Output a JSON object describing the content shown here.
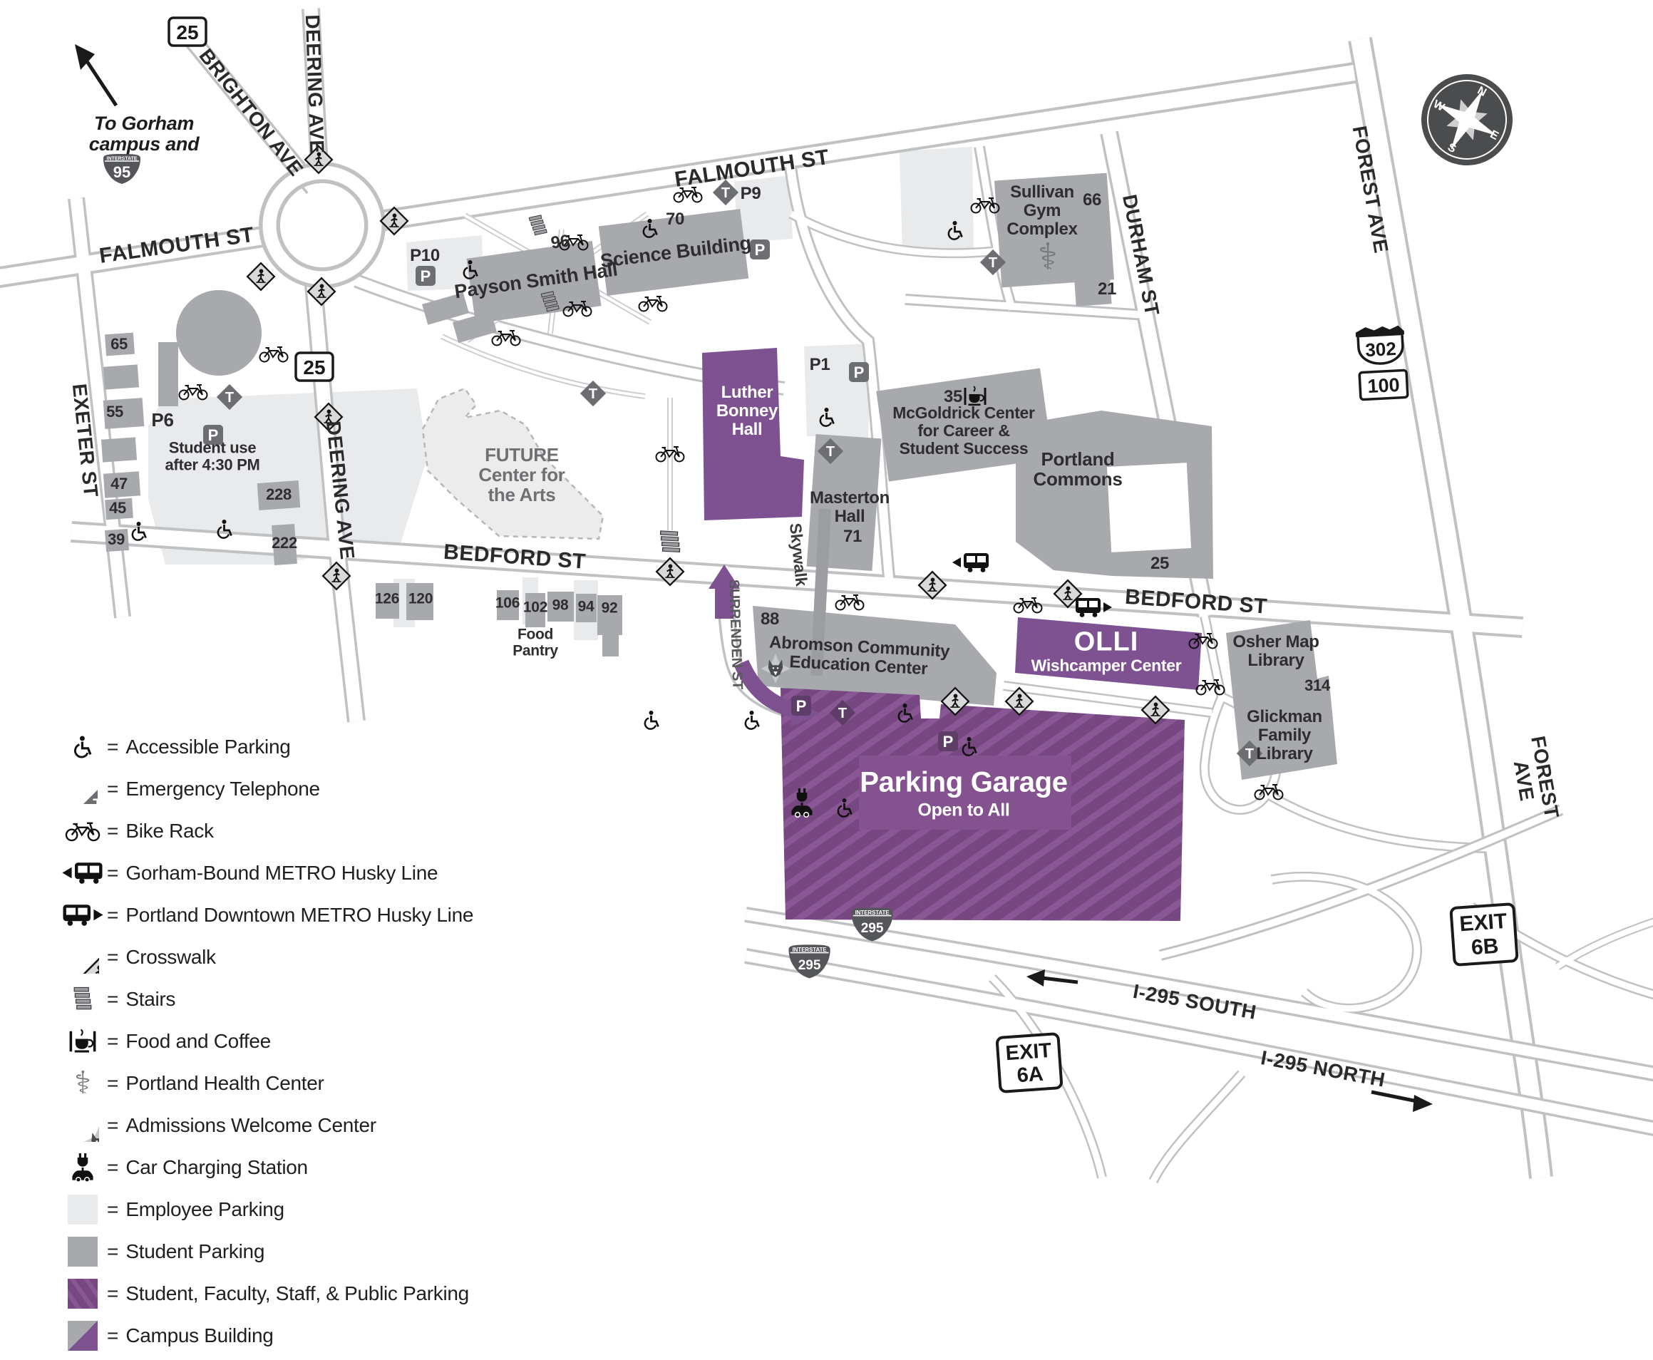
{
  "colors": {
    "campus_purple": "#7e5191",
    "garage_base": "#774781",
    "garage_stripe": "#8a5795",
    "student_gray": "#a7a9ac",
    "employee_gray": "#e9eaeb",
    "icon_gray": "#6d6e71",
    "road_gray": "#bfc1c3",
    "text_dark": "#1f1f21"
  },
  "icons": {
    "t_letter": "T",
    "p_letter": "P",
    "caduceus_glyph": "⚕"
  },
  "compass": {
    "n": "N",
    "e": "E",
    "s": "S",
    "w": "W"
  },
  "streets": {
    "falmouth": "FALMOUTH ST",
    "brighton": "BRIGHTON AVE",
    "deering": "DEERING AVE",
    "exeter": "EXETER ST",
    "durham": "DURHAM ST",
    "forest": "FOREST AVE",
    "bedford": "BEDFORD ST",
    "surrenden": "SURRENDEN ST",
    "skywalk": "Skywalk",
    "i295_south": "I-295 SOUTH",
    "i295_north": "I-295 NORTH"
  },
  "shields": {
    "rt25": "25",
    "i95": "95",
    "i295": "295",
    "us302": "302",
    "rt100": "100",
    "interstate": "INTERSTATE"
  },
  "exits": {
    "exit": "EXIT",
    "a": "6A",
    "b": "6B"
  },
  "annotations": {
    "to_gorham": "To Gorham\ncampus and",
    "future": "FUTURE\nCenter for\nthe Arts",
    "food_pantry": "Food\nPantry",
    "p6_note": "Student use\nafter 4:30 PM"
  },
  "lots": {
    "p1": "P1",
    "p6": "P6",
    "p9": "P9",
    "p10": "P10"
  },
  "buildings": {
    "payson": {
      "name": "Payson Smith Hall",
      "number": "96"
    },
    "science": {
      "name": "Science Building",
      "number": "70"
    },
    "sullivan": {
      "name": "Sullivan\nGym\nComplex",
      "number_a": "66",
      "number_b": "21"
    },
    "luther": {
      "name": "Luther\nBonney\nHall"
    },
    "masterton": {
      "name": "Masterton\nHall",
      "number": "71"
    },
    "mcgoldrick": {
      "name": "McGoldrick Center\nfor Career &\nStudent Success",
      "number": "35"
    },
    "commons": {
      "name": "Portland\nCommons",
      "number": "25"
    },
    "abromson": {
      "name": "Abromson Community\nEducation Center",
      "number": "88"
    },
    "olli": {
      "name": "OLLI",
      "sub": "Wishcamper Center"
    },
    "osher": {
      "name": "Osher Map\nLibrary",
      "number": "314"
    },
    "glickman": {
      "name": "Glickman\nFamily\nLibrary"
    },
    "garage": {
      "name": "Parking Garage",
      "sub": "Open to All"
    }
  },
  "small_buildings": {
    "b65": "65",
    "b55": "55",
    "b47": "47",
    "b45": "45",
    "b39": "39",
    "b228": "228",
    "b222": "222",
    "b126": "126",
    "b120": "120",
    "b106": "106",
    "b102": "102",
    "b98": "98",
    "b94": "94",
    "b92": "92"
  },
  "legend": {
    "equals": "=",
    "items": [
      {
        "icon": "accessible-icon",
        "label": "Accessible Parking"
      },
      {
        "icon": "emergency-telephone-icon",
        "label": "Emergency Telephone"
      },
      {
        "icon": "bike-rack-icon",
        "label": "Bike Rack"
      },
      {
        "icon": "bus-left-icon",
        "label": "Gorham-Bound METRO Husky Line"
      },
      {
        "icon": "bus-right-icon",
        "label": "Portland Downtown METRO Husky Line"
      },
      {
        "icon": "crosswalk-icon",
        "label": "Crosswalk"
      },
      {
        "icon": "stairs-icon",
        "label": "Stairs"
      },
      {
        "icon": "food-coffee-icon",
        "label": "Food and Coffee"
      },
      {
        "icon": "health-center-icon",
        "label": "Portland Health Center"
      },
      {
        "icon": "husky-icon",
        "label": "Admissions Welcome Center"
      },
      {
        "icon": "car-charging-icon",
        "label": "Car Charging Station"
      },
      {
        "icon": "employee-swatch",
        "label": "Employee Parking"
      },
      {
        "icon": "student-swatch",
        "label": "Student Parking"
      },
      {
        "icon": "public-swatch",
        "label": "Student, Faculty, Staff, & Public Parking"
      },
      {
        "icon": "campus-swatch",
        "label": "Campus Building"
      }
    ]
  }
}
